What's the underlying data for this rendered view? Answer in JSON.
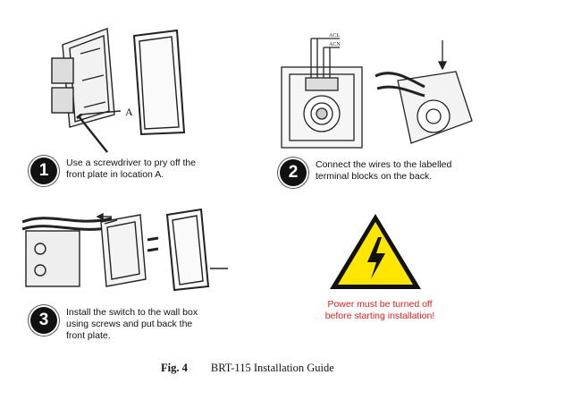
{
  "steps": [
    {
      "number": "1",
      "text": "Use a screwdriver to pry off the\nfront plate in location A."
    },
    {
      "number": "2",
      "text": "Connect the wires to the labelled\nterminal blocks on the back."
    },
    {
      "number": "3",
      "text": "Install the switch to the wall box\nusing screws and put back the\nfront plate."
    }
  ],
  "diagram_labels": {
    "location_a": "A",
    "acl": "ACL",
    "acn": "ACN"
  },
  "warning": {
    "icon": "high-voltage-warning-icon",
    "text": "Power must be turned off\nbefore starting installation!",
    "color": "#e0201e",
    "triangle_fill": "#ffe600"
  },
  "caption": {
    "figure": "Fig. 4",
    "title": "BRT-115 Installation Guide"
  }
}
